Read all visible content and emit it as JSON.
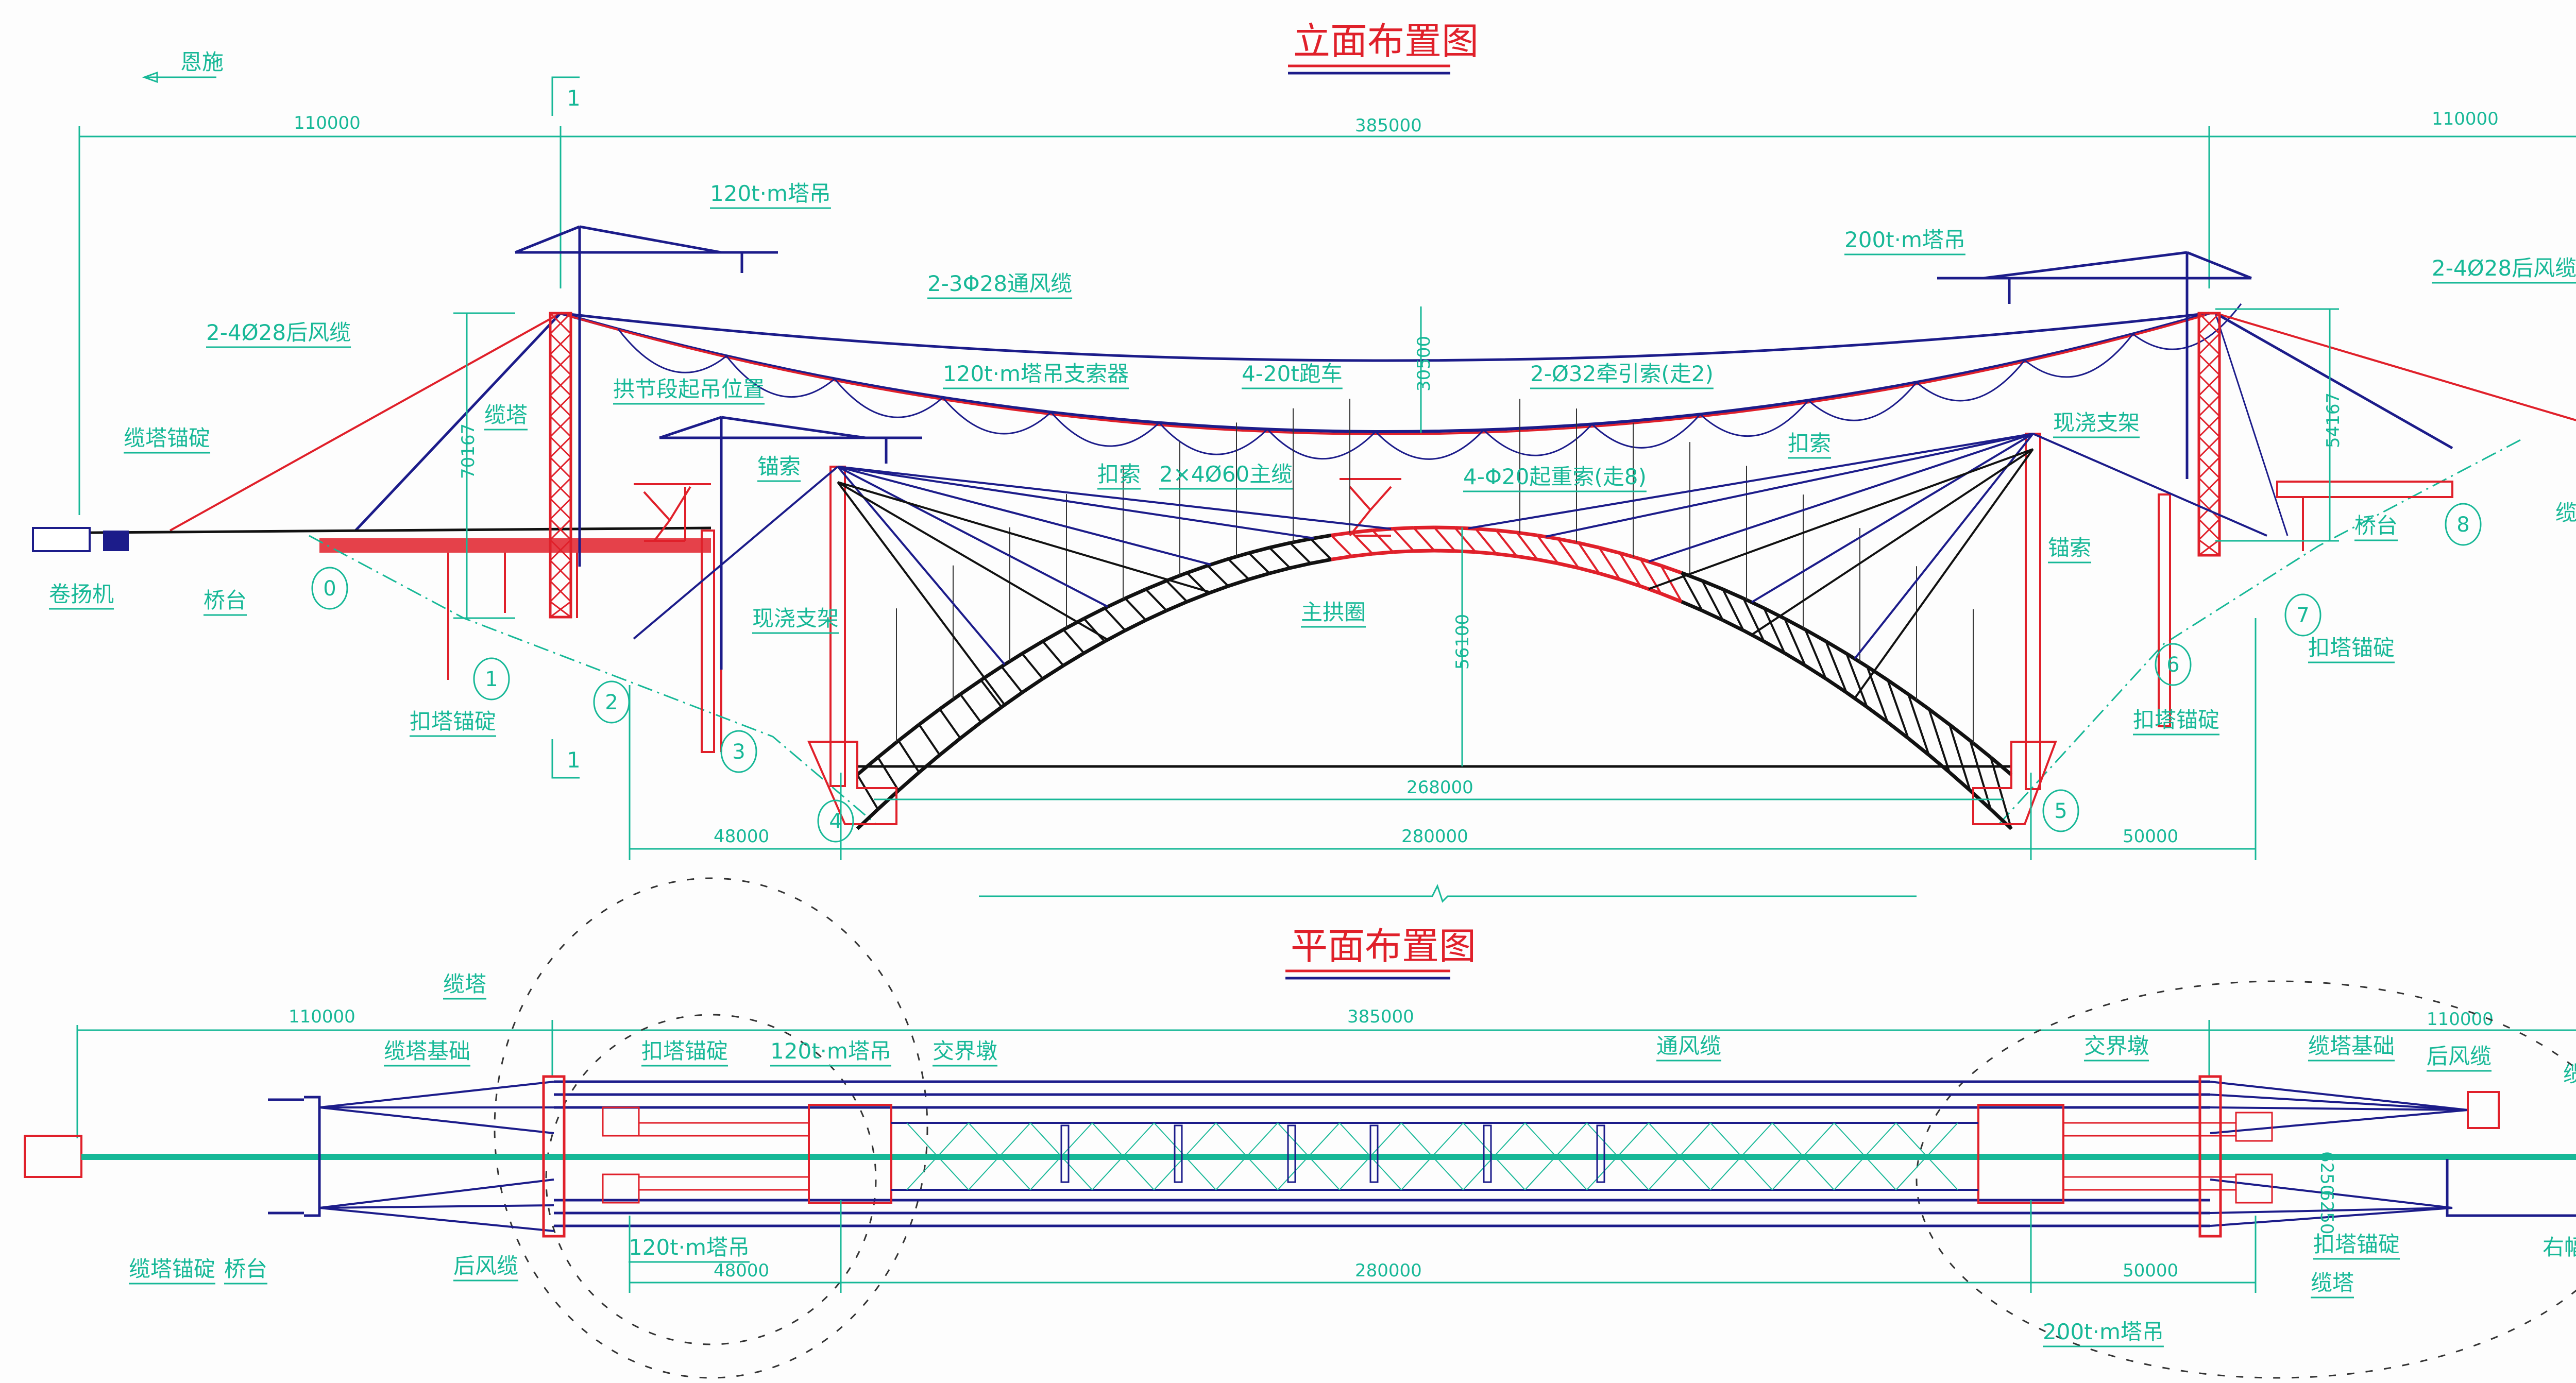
{
  "colors": {
    "annotation": "#17b897",
    "cable": "#1c1c8a",
    "structure_red": "#e0202a",
    "arch": "#111111"
  },
  "elevation": {
    "title": "立面布置图",
    "direction": "恩施",
    "section_mark": "1",
    "dims": {
      "left_span": "110000",
      "main_span": "385000",
      "right_span": "110000",
      "left_tower_height": "70167",
      "right_tower_height": "54167",
      "sag": "30500",
      "arch_rise": "56100",
      "arch_chord": "268000",
      "side_left": "48000",
      "arch_span": "280000",
      "side_right": "50000"
    },
    "labels": {
      "crane_left": "120t·m塔吊",
      "wind_cable": "2-3Φ28通风缆",
      "back_stay_left": "2-4Ø28后风缆",
      "crane_mid": "120t·m塔吊",
      "cable_saddle": "支索器",
      "trolley": "4-20t跑车",
      "haul_rope": "2-Ø32牵引索(走2)",
      "lift_position": "拱节段起吊位置",
      "cable_tower_left": "缆塔",
      "tower_anchor_left": "缆塔锚碇",
      "anchor_cable_left": "锚索",
      "tieback_left": "扣索",
      "main_cable": "2×4Ø60主缆",
      "hoist_rope": "4-Φ20起重索(走8)",
      "tieback_right": "扣索",
      "falsework_right": "现浇支架",
      "crane_right": "200t·m塔吊",
      "back_stay_right": "2-4Ø28后风缆",
      "anchor_cable_right": "锚索",
      "abutment_right": "桥台",
      "cable_tower_right_clipped": "缆塔",
      "winch": "卷扬机",
      "abutment_left": "桥台",
      "falsework_left": "现浇支架",
      "main_arch": "主拱圈",
      "tieback_anchor_left": "扣塔锚碇",
      "tieback_anchor_right_7": "扣塔锚碇",
      "tieback_anchor_right_6": "扣塔锚碇"
    },
    "piers": [
      "0",
      "1",
      "2",
      "3",
      "4",
      "5",
      "6",
      "7",
      "8"
    ]
  },
  "plan": {
    "title": "平面布置图",
    "dims": {
      "left_span": "110000",
      "main_span": "385000",
      "right_span": "110000",
      "side_left": "48000",
      "arch_span": "280000",
      "side_right": "50000",
      "half_width_top": "6250",
      "half_width_bottom": "6250"
    },
    "labels": {
      "cable_tower": "缆塔",
      "tower_foundation_left": "缆塔基础",
      "tieback_anchor_left": "扣塔锚碇",
      "crane_left_top": "120t·m塔吊",
      "transition_pier_left": "交界墩",
      "wind_cable": "通风缆",
      "transition_pier_right": "交界墩",
      "tower_foundation_right": "缆塔基础",
      "back_stay_right": "后风缆",
      "right_clipped": "缆",
      "tower_anchor_left": "缆塔锚碇",
      "abutment_left": "桥台",
      "back_stay_left": "后风缆",
      "crane_left_bottom": "120t·m塔吊",
      "tieback_anchor_right": "扣塔锚碇",
      "cable_tower_right": "缆塔",
      "crane_right": "200t·m塔吊",
      "right_half": "右幅"
    }
  }
}
